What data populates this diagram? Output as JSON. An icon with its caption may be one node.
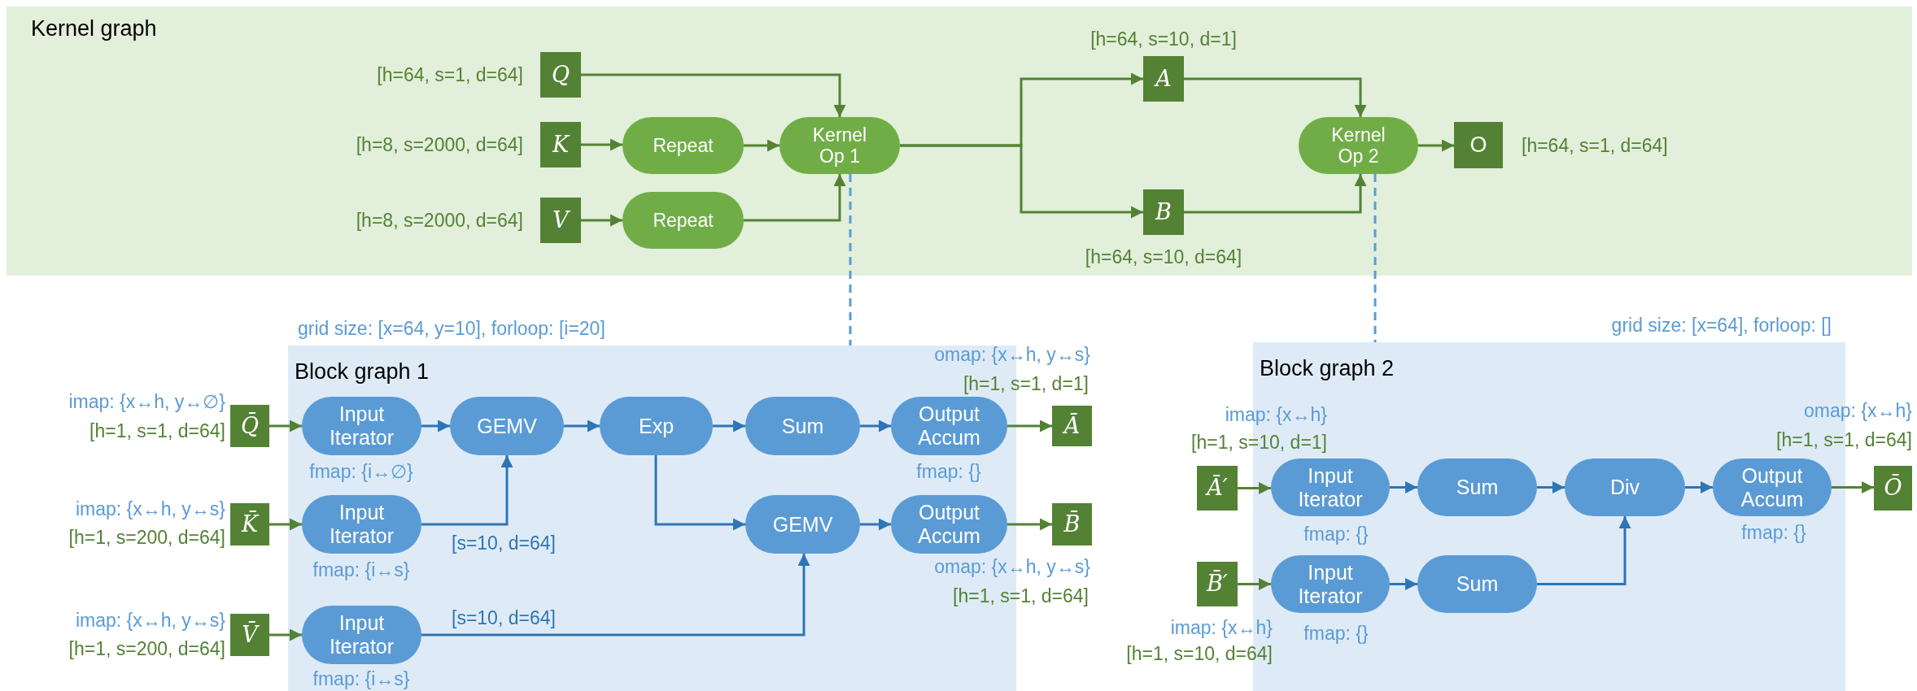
{
  "diagram": {
    "nodes": [
      {
        "text": [
          "Kernel graph"
        ]
      },
      {
        "text": [
          "Q"
        ],
        "in": 0,
        "beside": [
          "[h=64, s=1, d=64]"
        ]
      },
      {
        "text": [
          "K"
        ],
        "in": 0,
        "beside": [
          "[h=8, s=2000, d=64]"
        ]
      },
      {
        "text": [
          "V"
        ],
        "in": 0,
        "beside": [
          "[h=8, s=2000, d=64]"
        ]
      },
      {
        "text": [
          "Repeat"
        ],
        "in": 0
      },
      {
        "text": [
          "Repeat"
        ],
        "in": 0
      },
      {
        "text": [
          "Kernel Op 1"
        ],
        "in": 0
      },
      {
        "text": [
          "A"
        ],
        "in": 0,
        "beside": [
          "[h=64, s=10, d=1]"
        ]
      },
      {
        "text": [
          "B"
        ],
        "in": 0,
        "beside": [
          "[h=64, s=10, d=64]"
        ]
      },
      {
        "text": [
          "Kernel Op 2"
        ],
        "in": 0
      },
      {
        "text": [
          "O"
        ],
        "in": 0,
        "beside": [
          "[h=64, s=1, d=64]"
        ]
      },
      {
        "text": [
          "Block graph 1"
        ],
        "beside": [
          "grid size: [x=64, y=10], forloop: [i=20]"
        ]
      },
      {
        "text": [
          "Q̄"
        ],
        "beside": [
          "imap: {x↔h, y↔∅}",
          "[h=1, s=1, d=64]"
        ]
      },
      {
        "text": [
          "Input Iterator"
        ],
        "in": 11,
        "beside": [
          "fmap: {i↔∅}"
        ]
      },
      {
        "text": [
          "GEMV"
        ],
        "in": 11
      },
      {
        "text": [
          "Exp"
        ],
        "in": 11
      },
      {
        "text": [
          "Sum"
        ],
        "in": 11
      },
      {
        "text": [
          "Output Accum"
        ],
        "in": 11,
        "beside": [
          "omap: {x↔h, y↔s}",
          "[h=1, s=1, d=1]",
          "fmap: {}"
        ]
      },
      {
        "text": [
          "Ā"
        ]
      },
      {
        "text": [
          "K̄"
        ],
        "beside": [
          "imap: {x↔h, y↔s}",
          "[h=1, s=200, d=64]"
        ]
      },
      {
        "text": [
          "Input Iterator"
        ],
        "in": 11,
        "beside": [
          "fmap: {i↔s}"
        ]
      },
      {
        "text": [
          "GEMV"
        ],
        "in": 11
      },
      {
        "text": [
          "Output Accum"
        ],
        "in": 11,
        "beside": [
          "omap: {x↔h, y↔s}",
          "[h=1, s=1, d=64]"
        ]
      },
      {
        "text": [
          "B̄"
        ]
      },
      {
        "text": [
          "V̄"
        ],
        "beside": [
          "imap: {x↔h, y↔s}",
          "[h=1, s=200, d=64]"
        ]
      },
      {
        "text": [
          "Input Iterator"
        ],
        "in": 11,
        "beside": [
          "fmap: {i↔s}"
        ]
      },
      {
        "text": [
          "Block graph 2"
        ],
        "beside": [
          "grid size: [x=64], forloop: []"
        ]
      },
      {
        "text": [
          "Ā′"
        ],
        "beside": [
          "imap: {x↔h}",
          "[h=1, s=10, d=1]"
        ]
      },
      {
        "text": [
          "Input Iterator"
        ],
        "in": 26,
        "beside": [
          "fmap: {}"
        ]
      },
      {
        "text": [
          "Sum"
        ],
        "in": 26
      },
      {
        "text": [
          "Div"
        ],
        "in": 26
      },
      {
        "text": [
          "Output Accum"
        ],
        "in": 26,
        "beside": [
          "omap: {x↔h}",
          "[h=1, s=1, d=64]",
          "fmap: {}"
        ]
      },
      {
        "text": [
          "Ō"
        ]
      },
      {
        "text": [
          "B̄′"
        ],
        "beside": [
          "imap: {x↔h}",
          "[h=1, s=10, d=64]"
        ]
      },
      {
        "text": [
          "Input Iterator"
        ],
        "in": 26,
        "beside": [
          "fmap: {}"
        ]
      },
      {
        "text": [
          "Sum"
        ],
        "in": 26
      }
    ],
    "edges": [
      {
        "from": 1,
        "to": 6,
        "arrow": "to"
      },
      {
        "from": 2,
        "to": 4,
        "arrow": "to"
      },
      {
        "from": 4,
        "to": 6,
        "arrow": "to"
      },
      {
        "from": 3,
        "to": 5,
        "arrow": "to"
      },
      {
        "from": 5,
        "to": 6,
        "arrow": "to"
      },
      {
        "from": 6,
        "to": 7,
        "arrow": "to"
      },
      {
        "from": 6,
        "to": 8,
        "arrow": "to"
      },
      {
        "from": 7,
        "to": 9,
        "arrow": "to"
      },
      {
        "from": 8,
        "to": 9,
        "arrow": "to"
      },
      {
        "from": 9,
        "to": 10,
        "arrow": "to"
      },
      {
        "from": 6,
        "to": 11,
        "arrow": "none",
        "style": "dashed",
        "color": "#5b9bd5"
      },
      {
        "from": 9,
        "to": 26,
        "arrow": "none",
        "style": "dashed",
        "color": "#5b9bd5"
      },
      {
        "from": 12,
        "to": 13,
        "arrow": "to"
      },
      {
        "from": 13,
        "to": 14,
        "arrow": "to",
        "color": "#2e75b6"
      },
      {
        "from": 14,
        "to": 15,
        "arrow": "to",
        "color": "#2e75b6"
      },
      {
        "from": 15,
        "to": 16,
        "arrow": "to",
        "color": "#2e75b6"
      },
      {
        "from": 16,
        "to": 17,
        "arrow": "to",
        "color": "#2e75b6"
      },
      {
        "from": 17,
        "to": 18,
        "arrow": "to"
      },
      {
        "from": 19,
        "to": 20,
        "arrow": "to"
      },
      {
        "from": 20,
        "to": 14,
        "arrow": "to",
        "label": "[s=10, d=64]",
        "color": "#2e75b6"
      },
      {
        "from": 15,
        "to": 21,
        "arrow": "to",
        "color": "#2e75b6"
      },
      {
        "from": 21,
        "to": 22,
        "arrow": "to",
        "color": "#2e75b6"
      },
      {
        "from": 22,
        "to": 23,
        "arrow": "to"
      },
      {
        "from": 24,
        "to": 25,
        "arrow": "to"
      },
      {
        "from": 25,
        "to": 21,
        "arrow": "to",
        "label": "[s=10, d=64]",
        "color": "#2e75b6"
      },
      {
        "from": 27,
        "to": 28,
        "arrow": "to"
      },
      {
        "from": 28,
        "to": 29,
        "arrow": "to",
        "color": "#2e75b6"
      },
      {
        "from": 29,
        "to": 30,
        "arrow": "to",
        "color": "#2e75b6"
      },
      {
        "from": 30,
        "to": 31,
        "arrow": "to",
        "color": "#2e75b6"
      },
      {
        "from": 31,
        "to": 32,
        "arrow": "to"
      },
      {
        "from": 33,
        "to": 34,
        "arrow": "to"
      },
      {
        "from": 34,
        "to": 35,
        "arrow": "to",
        "color": "#2e75b6"
      },
      {
        "from": 35,
        "to": 30,
        "arrow": "to",
        "color": "#2e75b6"
      }
    ]
  }
}
